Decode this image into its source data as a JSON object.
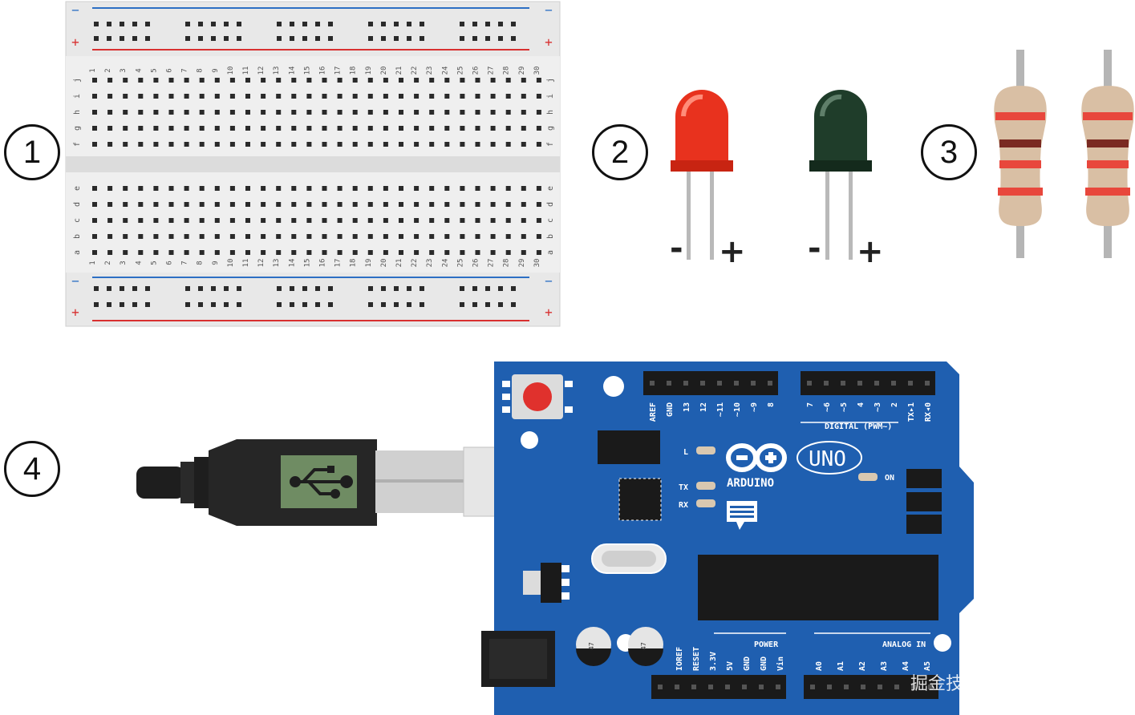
{
  "badges": {
    "b1": "1",
    "b2": "2",
    "b3": "3",
    "b4": "4"
  },
  "breadboard": {
    "columns": [
      "1",
      "2",
      "3",
      "4",
      "5",
      "6",
      "7",
      "8",
      "9",
      "10",
      "11",
      "12",
      "13",
      "14",
      "15",
      "16",
      "17",
      "18",
      "19",
      "20",
      "21",
      "22",
      "23",
      "24",
      "25",
      "26",
      "27",
      "28",
      "29",
      "30"
    ],
    "rows_top": [
      "j",
      "i",
      "h",
      "g",
      "f"
    ],
    "rows_bottom": [
      "e",
      "d",
      "c",
      "b",
      "a"
    ],
    "rail_minus": "−",
    "rail_plus": "+"
  },
  "leds": {
    "red": {
      "color": "#e8321e",
      "minus": "-",
      "plus": "+"
    },
    "green": {
      "color": "#1f3d2a",
      "minus": "-",
      "plus": "+"
    }
  },
  "resistor": {
    "body_color": "#d9bfa4",
    "band_color": "#e8473c",
    "band2_color": "#7a2a22"
  },
  "arduino": {
    "board_color": "#1f5fb0",
    "brand": "ARDUINO",
    "model": "UNO",
    "led_L": "L",
    "led_TX": "TX",
    "led_RX": "RX",
    "on_label": "ON",
    "digital_label": "DIGITAL (PWM~)",
    "digital_left_pins": [
      "AREF",
      "GND",
      "13",
      "12",
      "~11",
      "~10",
      "~9",
      "8"
    ],
    "digital_right_pins": [
      "7",
      "~6",
      "~5",
      "4",
      "~3",
      "2",
      "TX▸1",
      "RX◂0"
    ],
    "power_label": "POWER",
    "power_pins": [
      "IOREF",
      "RESET",
      "3.3V",
      "5V",
      "GND",
      "GND",
      "Vin"
    ],
    "analog_label": "ANALOG IN",
    "analog_pins": [
      "A0",
      "A1",
      "A2",
      "A3",
      "A4",
      "A5"
    ],
    "capacitor_text": "47"
  },
  "watermark": "掘金技术社区 @ 布客飞龙"
}
